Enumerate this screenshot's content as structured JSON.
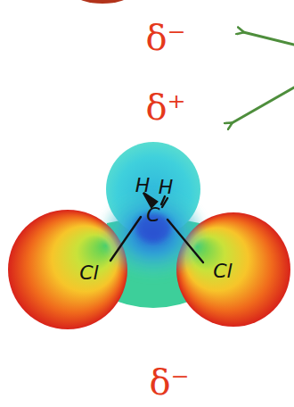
{
  "diagram": {
    "labels": [
      "δ⁻",
      "δ⁺",
      "H",
      "H",
      "C",
      "Cl",
      "Cl",
      "δ⁻"
    ]
  }
}
